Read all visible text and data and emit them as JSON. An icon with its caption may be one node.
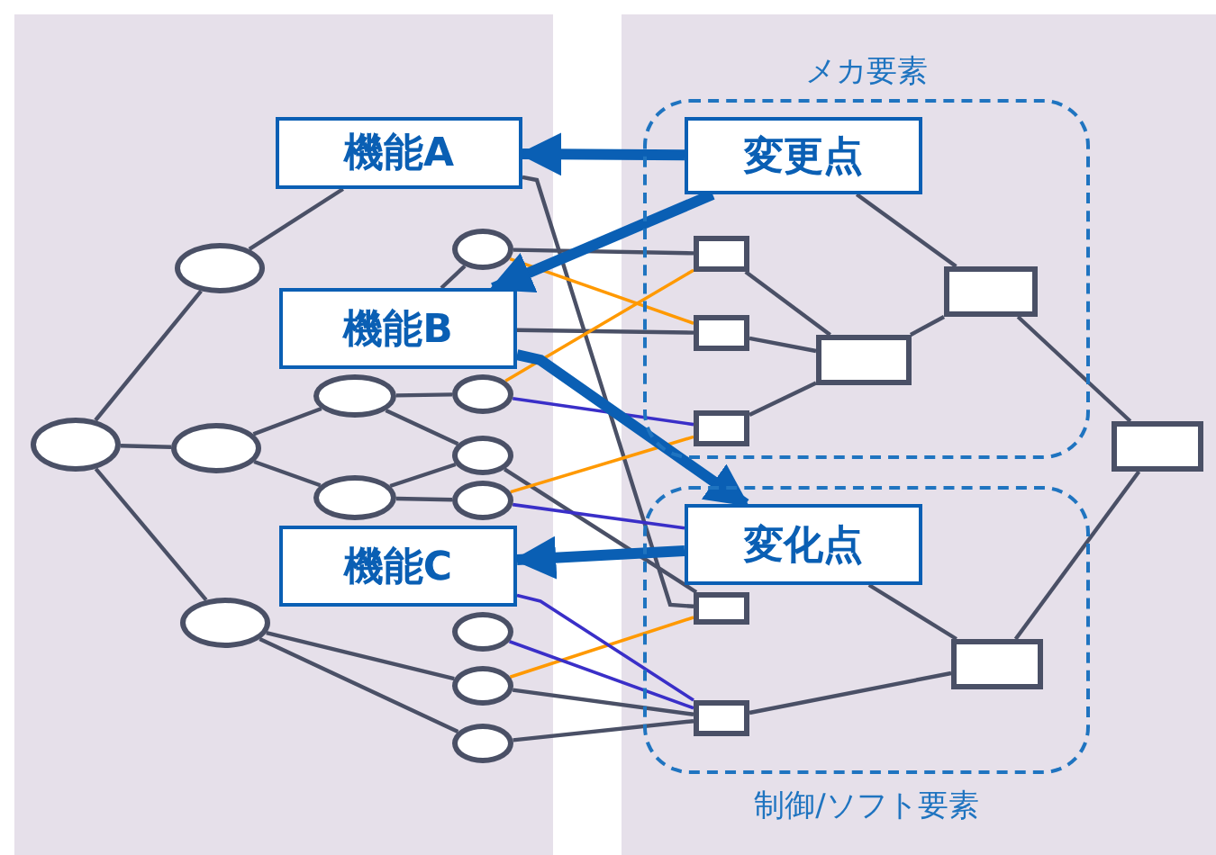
{
  "diagram": {
    "nodes": [
      {
        "text": [
          "メカ要素"
        ]
      },
      {
        "text": [
          "機能A"
        ]
      },
      {
        "text": [
          "変更点"
        ],
        "in": 0
      },
      {
        "text": [
          "機能B"
        ]
      },
      {
        "text": [
          "制御/ソフト要素"
        ]
      },
      {
        "text": [
          "変化点"
        ],
        "in": 4
      },
      {
        "text": [
          "機能C"
        ]
      },
      {
        "text": [],
        "shape": "oval"
      },
      {
        "text": [],
        "shape": "oval"
      },
      {
        "text": [],
        "shape": "oval"
      },
      {
        "text": [],
        "shape": "oval"
      },
      {
        "text": [],
        "shape": "oval"
      },
      {
        "text": [],
        "shape": "oval"
      },
      {
        "text": [],
        "shape": "oval"
      },
      {
        "text": [],
        "shape": "oval"
      },
      {
        "text": [],
        "shape": "oval"
      },
      {
        "text": [],
        "shape": "oval"
      },
      {
        "text": [],
        "shape": "oval"
      },
      {
        "text": [],
        "shape": "oval"
      },
      {
        "text": [],
        "shape": "oval"
      },
      {
        "text": [],
        "shape": "box",
        "in": 0
      },
      {
        "text": [],
        "shape": "box",
        "in": 0
      },
      {
        "text": [],
        "shape": "box",
        "in": 0
      },
      {
        "text": [],
        "shape": "box",
        "in": 4
      },
      {
        "text": [],
        "shape": "box",
        "in": 4
      },
      {
        "text": [],
        "shape": "box",
        "in": 0
      },
      {
        "text": [],
        "shape": "box",
        "in": 0
      },
      {
        "text": [],
        "shape": "box",
        "in": 4
      },
      {
        "text": [],
        "shape": "box"
      }
    ],
    "edges": [
      {
        "from": 7,
        "to": 8,
        "arrow": "none"
      },
      {
        "from": 7,
        "to": 9,
        "arrow": "none"
      },
      {
        "from": 7,
        "to": 10,
        "arrow": "none"
      },
      {
        "from": 8,
        "to": 1,
        "arrow": "none"
      },
      {
        "from": 9,
        "to": 11,
        "arrow": "none"
      },
      {
        "from": 9,
        "to": 12,
        "arrow": "none"
      },
      {
        "from": 3,
        "to": 13,
        "arrow": "none"
      },
      {
        "from": 11,
        "to": 14,
        "arrow": "none"
      },
      {
        "from": 11,
        "to": 15,
        "arrow": "none"
      },
      {
        "from": 12,
        "to": 15,
        "arrow": "none"
      },
      {
        "from": 12,
        "to": 16,
        "arrow": "none"
      },
      {
        "from": 10,
        "to": 18,
        "arrow": "none"
      },
      {
        "from": 10,
        "to": 19,
        "arrow": "none"
      },
      {
        "from": 20,
        "to": 25,
        "arrow": "none"
      },
      {
        "from": 21,
        "to": 25,
        "arrow": "none"
      },
      {
        "from": 22,
        "to": 25,
        "arrow": "none"
      },
      {
        "from": 25,
        "to": 26,
        "arrow": "none"
      },
      {
        "from": 2,
        "to": 26,
        "arrow": "none"
      },
      {
        "from": 26,
        "to": 28,
        "arrow": "none"
      },
      {
        "from": 27,
        "to": 28,
        "arrow": "none"
      },
      {
        "from": 5,
        "to": 27,
        "arrow": "none"
      },
      {
        "from": 24,
        "to": 27,
        "arrow": "none"
      },
      {
        "from": 13,
        "to": 20,
        "arrow": "none"
      },
      {
        "from": 3,
        "to": 21,
        "arrow": "none"
      },
      {
        "from": 1,
        "to": 23,
        "arrow": "none"
      },
      {
        "from": 15,
        "to": 23,
        "arrow": "none"
      },
      {
        "from": 18,
        "to": 24,
        "arrow": "none"
      },
      {
        "from": 19,
        "to": 24,
        "arrow": "none"
      },
      {
        "from": 13,
        "to": 21,
        "arrow": "none",
        "color": "#ff9900"
      },
      {
        "from": 14,
        "to": 20,
        "arrow": "none",
        "color": "#ff9900"
      },
      {
        "from": 16,
        "to": 22,
        "arrow": "none",
        "color": "#ff9900"
      },
      {
        "from": 18,
        "to": 23,
        "arrow": "none",
        "color": "#ff9900"
      },
      {
        "from": 14,
        "to": 22,
        "arrow": "none",
        "color": "#3a2fc8"
      },
      {
        "from": 16,
        "to": 5,
        "arrow": "none",
        "color": "#3a2fc8"
      },
      {
        "from": 17,
        "to": 24,
        "arrow": "none",
        "color": "#3a2fc8"
      },
      {
        "from": 6,
        "to": 24,
        "arrow": "none",
        "color": "#3a2fc8"
      },
      {
        "from": 2,
        "to": 1,
        "arrow": "to",
        "style": "thick",
        "color": "#0a5fb4"
      },
      {
        "from": 2,
        "to": 3,
        "arrow": "to",
        "style": "thick",
        "color": "#0a5fb4"
      },
      {
        "from": 3,
        "to": 5,
        "arrow": "to",
        "style": "thick",
        "color": "#0a5fb4"
      },
      {
        "from": 5,
        "to": 6,
        "arrow": "to",
        "style": "thick",
        "color": "#0a5fb4"
      }
    ]
  }
}
